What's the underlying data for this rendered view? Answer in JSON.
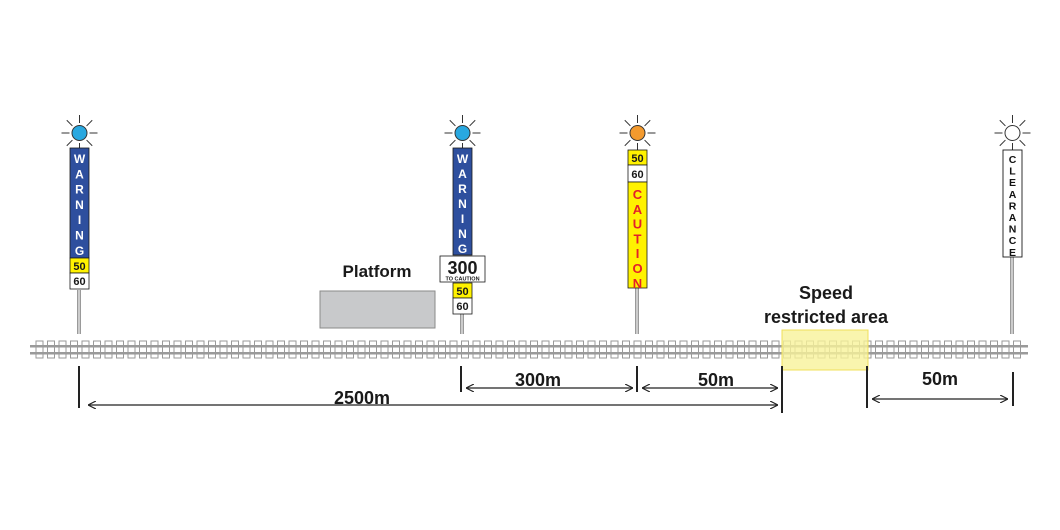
{
  "signals": {
    "warning_1": {
      "letters": [
        "W",
        "A",
        "R",
        "N",
        "I",
        "N",
        "G"
      ],
      "speed_top": "50",
      "speed_bottom": "60",
      "light_color": "#29a8e0"
    },
    "warning_2": {
      "letters": [
        "W",
        "A",
        "R",
        "N",
        "I",
        "N",
        "G"
      ],
      "board_number": "300",
      "board_caption": "TO CAUTION",
      "speed_top": "50",
      "speed_bottom": "60",
      "light_color": "#29a8e0"
    },
    "caution": {
      "letters": [
        "C",
        "A",
        "U",
        "T",
        "I",
        "O",
        "N"
      ],
      "speed_top": "50",
      "speed_bottom": "60",
      "light_color": "#f39a2e"
    },
    "clearance": {
      "letters": [
        "C",
        "L",
        "E",
        "A",
        "R",
        "A",
        "N",
        "C",
        "E"
      ],
      "light_color": "#ffffff"
    }
  },
  "platform": {
    "label": "Platform"
  },
  "restricted_area": {
    "label_line1": "Speed",
    "label_line2": "restricted area"
  },
  "distances": {
    "d1": "2500m",
    "d2": "300m",
    "d3": "50m",
    "d4": "50m"
  },
  "colors": {
    "warning_blue": "#2e4f9e",
    "caution_yellow": "#fff200",
    "caution_red": "#e3202a",
    "speed_yellow": "#fff200",
    "platform_gray": "#c8c9cb",
    "restricted_yellow": "#f8f29a"
  }
}
